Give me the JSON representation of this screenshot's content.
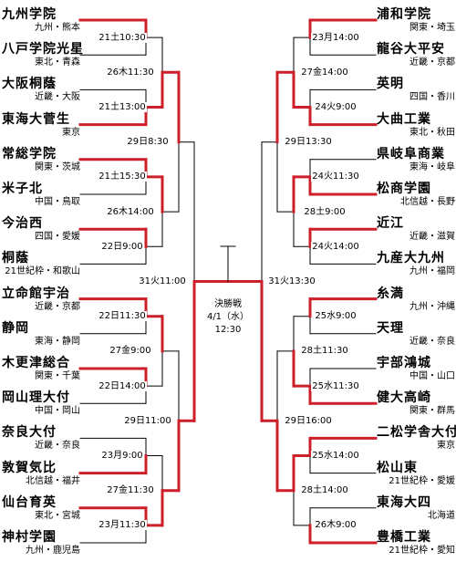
{
  "left_teams": [
    {
      "name": "九州学院",
      "region": "九州・熊本"
    },
    {
      "name": "八戸学院光星",
      "region": "東北・青森"
    },
    {
      "name": "大阪桐蔭",
      "region": "近畿・大阪"
    },
    {
      "name": "東海大菅生",
      "region": "東京"
    },
    {
      "name": "常総学院",
      "region": "関東・茨城"
    },
    {
      "name": "米子北",
      "region": "中国・鳥取"
    },
    {
      "name": "今治西",
      "region": "四国・愛媛"
    },
    {
      "name": "桐蔭",
      "region": "21世紀枠・和歌山"
    },
    {
      "name": "立命館宇治",
      "region": "近畿・京都"
    },
    {
      "name": "静岡",
      "region": "東海・静岡"
    },
    {
      "name": "木更津総合",
      "region": "関東・千葉"
    },
    {
      "name": "岡山理大付",
      "region": "中国・岡山"
    },
    {
      "name": "奈良大付",
      "region": "近畿・奈良"
    },
    {
      "name": "敦賀気比",
      "region": "北信越・福井"
    },
    {
      "name": "仙台育英",
      "region": "東北・宮城"
    },
    {
      "name": "神村学園",
      "region": "九州・鹿児島"
    }
  ],
  "right_teams": [
    {
      "name": "浦和学院",
      "region": "関東・埼玉"
    },
    {
      "name": "龍谷大平安",
      "region": "近畿・京都"
    },
    {
      "name": "英明",
      "region": "四国・香川"
    },
    {
      "name": "大曲工業",
      "region": "東北・秋田"
    },
    {
      "name": "県岐阜商業",
      "region": "東海・岐阜"
    },
    {
      "name": "松商学園",
      "region": "北信越・長野"
    },
    {
      "name": "近江",
      "region": "近畿・滋賀"
    },
    {
      "name": "九産大九州",
      "region": "九州・福岡"
    },
    {
      "name": "糸満",
      "region": "九州・沖縄"
    },
    {
      "name": "天理",
      "region": "近畿・奈良"
    },
    {
      "name": "宇部鴻城",
      "region": "中国・山口"
    },
    {
      "name": "健大高崎",
      "region": "関東・群馬"
    },
    {
      "name": "二松学舎大付",
      "region": "東京"
    },
    {
      "name": "松山東",
      "region": "21世紀枠・愛媛"
    },
    {
      "name": "東海大四",
      "region": "北海道"
    },
    {
      "name": "豊橋工業",
      "region": "21世紀枠・愛知"
    }
  ],
  "left_r1": [
    "21土10:30",
    "21土13:00",
    "21土15:30",
    "22日9:00",
    "22日11:30",
    "22日14:00",
    "23月9:00",
    "23月11:30"
  ],
  "right_r1": [
    "23月14:00",
    "24火9:00",
    "24火11:30",
    "24火14:00",
    "25水9:00",
    "25水11:30",
    "25水14:00",
    "26木9:00"
  ],
  "left_r2": [
    "26木11:30",
    "26木14:00",
    "27金9:00",
    "27金11:30"
  ],
  "right_r2": [
    "27金14:00",
    "28土9:00",
    "28土11:30",
    "28土14:00"
  ],
  "left_qf": [
    "29日8:30",
    "29日11:00"
  ],
  "right_qf": [
    "29日13:30",
    "29日16:00"
  ],
  "left_sf": "31火11:00",
  "right_sf": "31火13:30",
  "final": {
    "title": "決勝戦",
    "date": "4/1（水）",
    "time": "12:30"
  },
  "colors": {
    "winner_line": "#cc1f2a",
    "line": "#000000"
  }
}
